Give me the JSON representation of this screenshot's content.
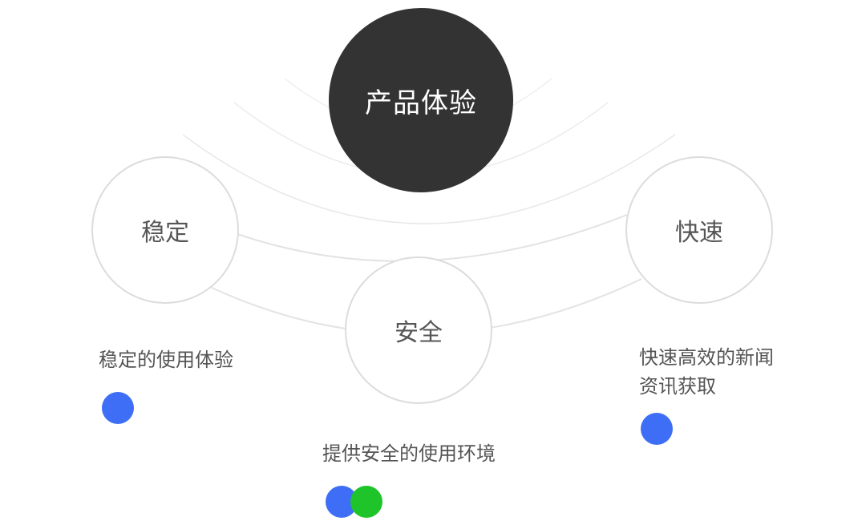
{
  "center": {
    "label": "产品体验"
  },
  "nodes": [
    {
      "label": "稳定",
      "description": "稳定的使用体验"
    },
    {
      "label": "安全",
      "description": "提供安全的使用环境"
    },
    {
      "label": "快速",
      "description": "快速高效的新闻资讯获取"
    }
  ],
  "colors": {
    "center_fill": "#333333",
    "center_text": "#ffffff",
    "node_border": "#dcdcdc",
    "text": "#555555",
    "arc": "#e6e6e6",
    "dot_blue": "#3d6ef5",
    "dot_green": "#1fc42a"
  }
}
